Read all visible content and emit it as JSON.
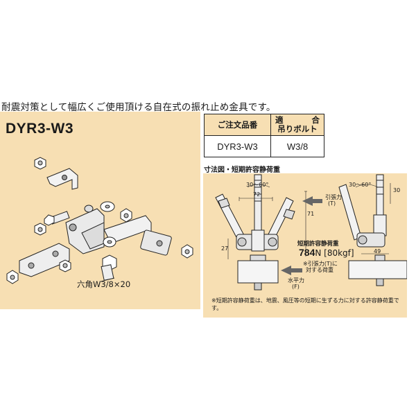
{
  "headline": "耐震対策として幅広くご使用頂ける自在式の振れ止め金具です。",
  "product_code": "DYR3-W3",
  "bolt_label": "六角W3/8×20",
  "spec_table": {
    "col1_header": "ご注文品番",
    "col2_header_a": "適",
    "col2_header_b": "合",
    "col2_header_line2": "吊りボルト",
    "rows": [
      {
        "code": "DYR3-W3",
        "bolt": "W3/8"
      }
    ]
  },
  "dimension_caption": "寸法図・短期許容静荷重",
  "diagram": {
    "angle_left": "30〜60°",
    "angle_right": "30〜60°",
    "dim_72": "72",
    "dim_71": "71",
    "dim_27": "27",
    "dim_30": "30",
    "dim_49": "49",
    "tension_label": "引張力",
    "tension_symbol": "(T)",
    "horizontal_label": "水平力",
    "horizontal_symbol": "(F)",
    "load_title": "短期許容静荷重",
    "load_value": "784",
    "load_unit": "N [80kgf]",
    "load_note_line1": "※引張力(T)に",
    "load_note_line2": "対する荷重",
    "footnote": "※短期許容静荷重は、地震、風圧等の短期に生ずる力に対する許容静荷重です。"
  }
}
